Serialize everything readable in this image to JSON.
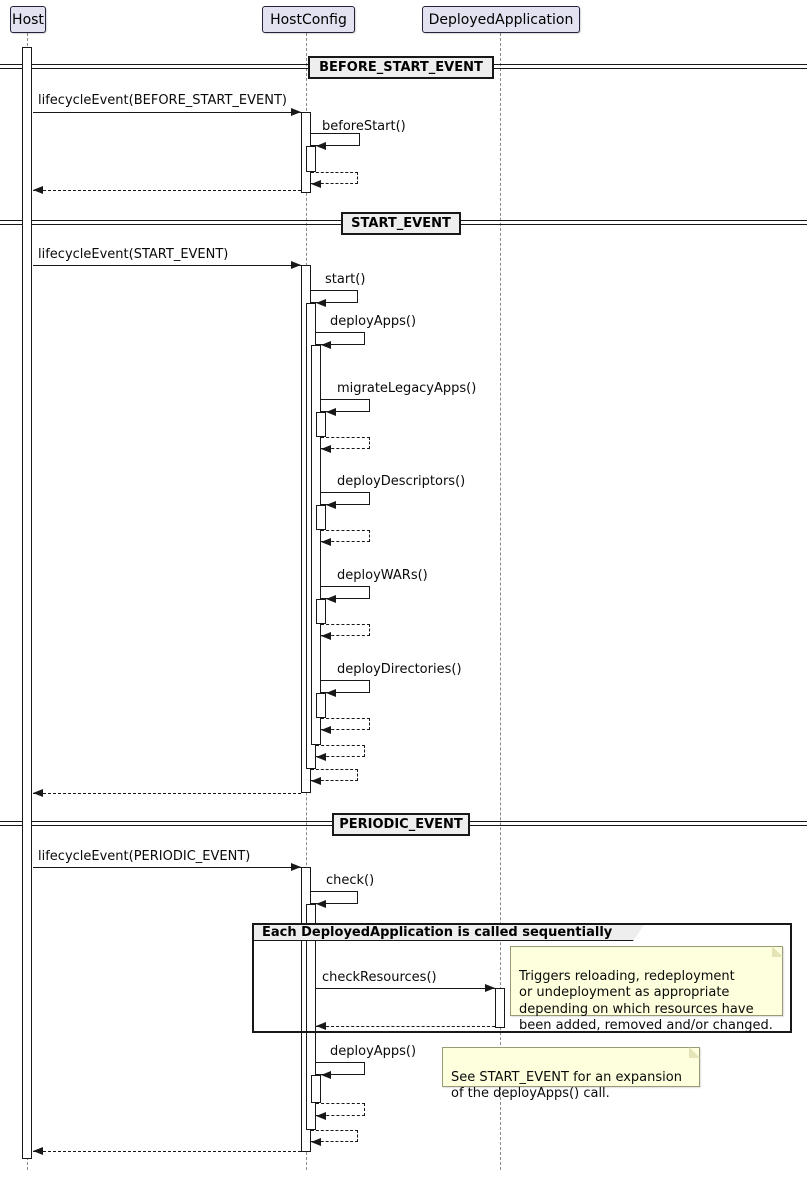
{
  "participants": [
    {
      "name": "Host"
    },
    {
      "name": "HostConfig"
    },
    {
      "name": "DeployedApplication"
    }
  ],
  "dividers": [
    {
      "label": "BEFORE_START_EVENT"
    },
    {
      "label": "START_EVENT"
    },
    {
      "label": "PERIODIC_EVENT"
    }
  ],
  "messages": [
    {
      "label": "lifecycleEvent(BEFORE_START_EVENT)"
    },
    {
      "label": "beforeStart()"
    },
    {
      "label": "lifecycleEvent(START_EVENT)"
    },
    {
      "label": "start()"
    },
    {
      "label": "deployApps()"
    },
    {
      "label": "migrateLegacyApps()"
    },
    {
      "label": "deployDescriptors()"
    },
    {
      "label": "deployWARs()"
    },
    {
      "label": "deployDirectories()"
    },
    {
      "label": "lifecycleEvent(PERIODIC_EVENT)"
    },
    {
      "label": "check()"
    },
    {
      "label": "checkResources()"
    },
    {
      "label": "deployApps()"
    }
  ],
  "group": {
    "label": "Each DeployedApplication is called sequentially"
  },
  "notes": [
    {
      "text": "Triggers reloading, redeployment\nor undeployment as appropriate\ndepending on which resources have\nbeen added, removed and/or changed."
    },
    {
      "text": "See START_EVENT for an expansion\nof the deployApps() call."
    }
  ],
  "colors": {
    "participant_fill": "#E2E2F0",
    "divider_fill": "#EEEEEE",
    "note_fill": "#FEFFDD",
    "line": "#181818",
    "lifeline": "#8A8A8A",
    "activation_fill": "#FFFFFF"
  }
}
